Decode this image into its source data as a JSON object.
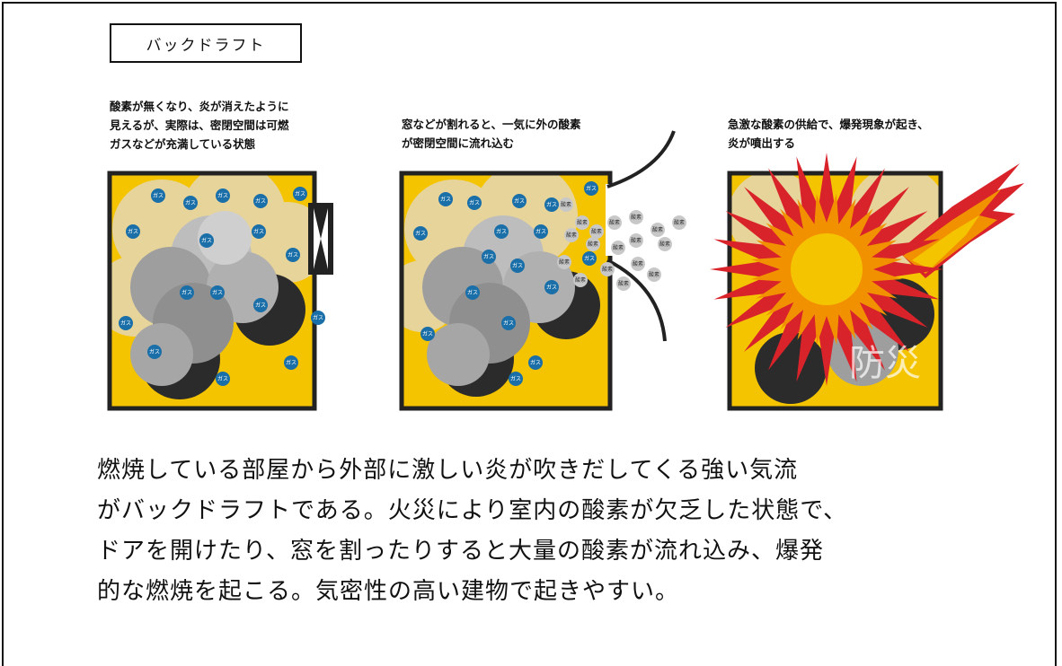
{
  "title": "バックドラフト",
  "panels": [
    {
      "caption": "酸素が無くなり、炎が消えたように\n見えるが、実際は、密閉空間は可燃\nガスなどが充満している状態"
    },
    {
      "caption": "窓などが割れると、一気に外の酸素\nが密閉空間に流れ込む"
    },
    {
      "caption": "急激な酸素の供給で、爆発現象が起き、\n炎が噴出する"
    }
  ],
  "labels": {
    "gas": "ガス",
    "oxygen": "酸素"
  },
  "watermark": "防災",
  "body_text": "燃焼している部屋から外部に激しい炎が吹きだしてくる強い気流\nがバックドラフトである。火災により室内の酸素が欠乏した状態で、\nドアを開けたり、窓を割ったりすると大量の酸素が流れ込み、爆発\n的な燃焼を起こる。気密性の高い建物で起きやすい。",
  "colors": {
    "room_fill": "#f5c400",
    "gas": "#1a6fa8",
    "oxygen": "#c8c8c8",
    "smoke_dark": "#2b2b2b",
    "explosion_red": "#d8232a",
    "explosion_orange": "#f29100"
  }
}
